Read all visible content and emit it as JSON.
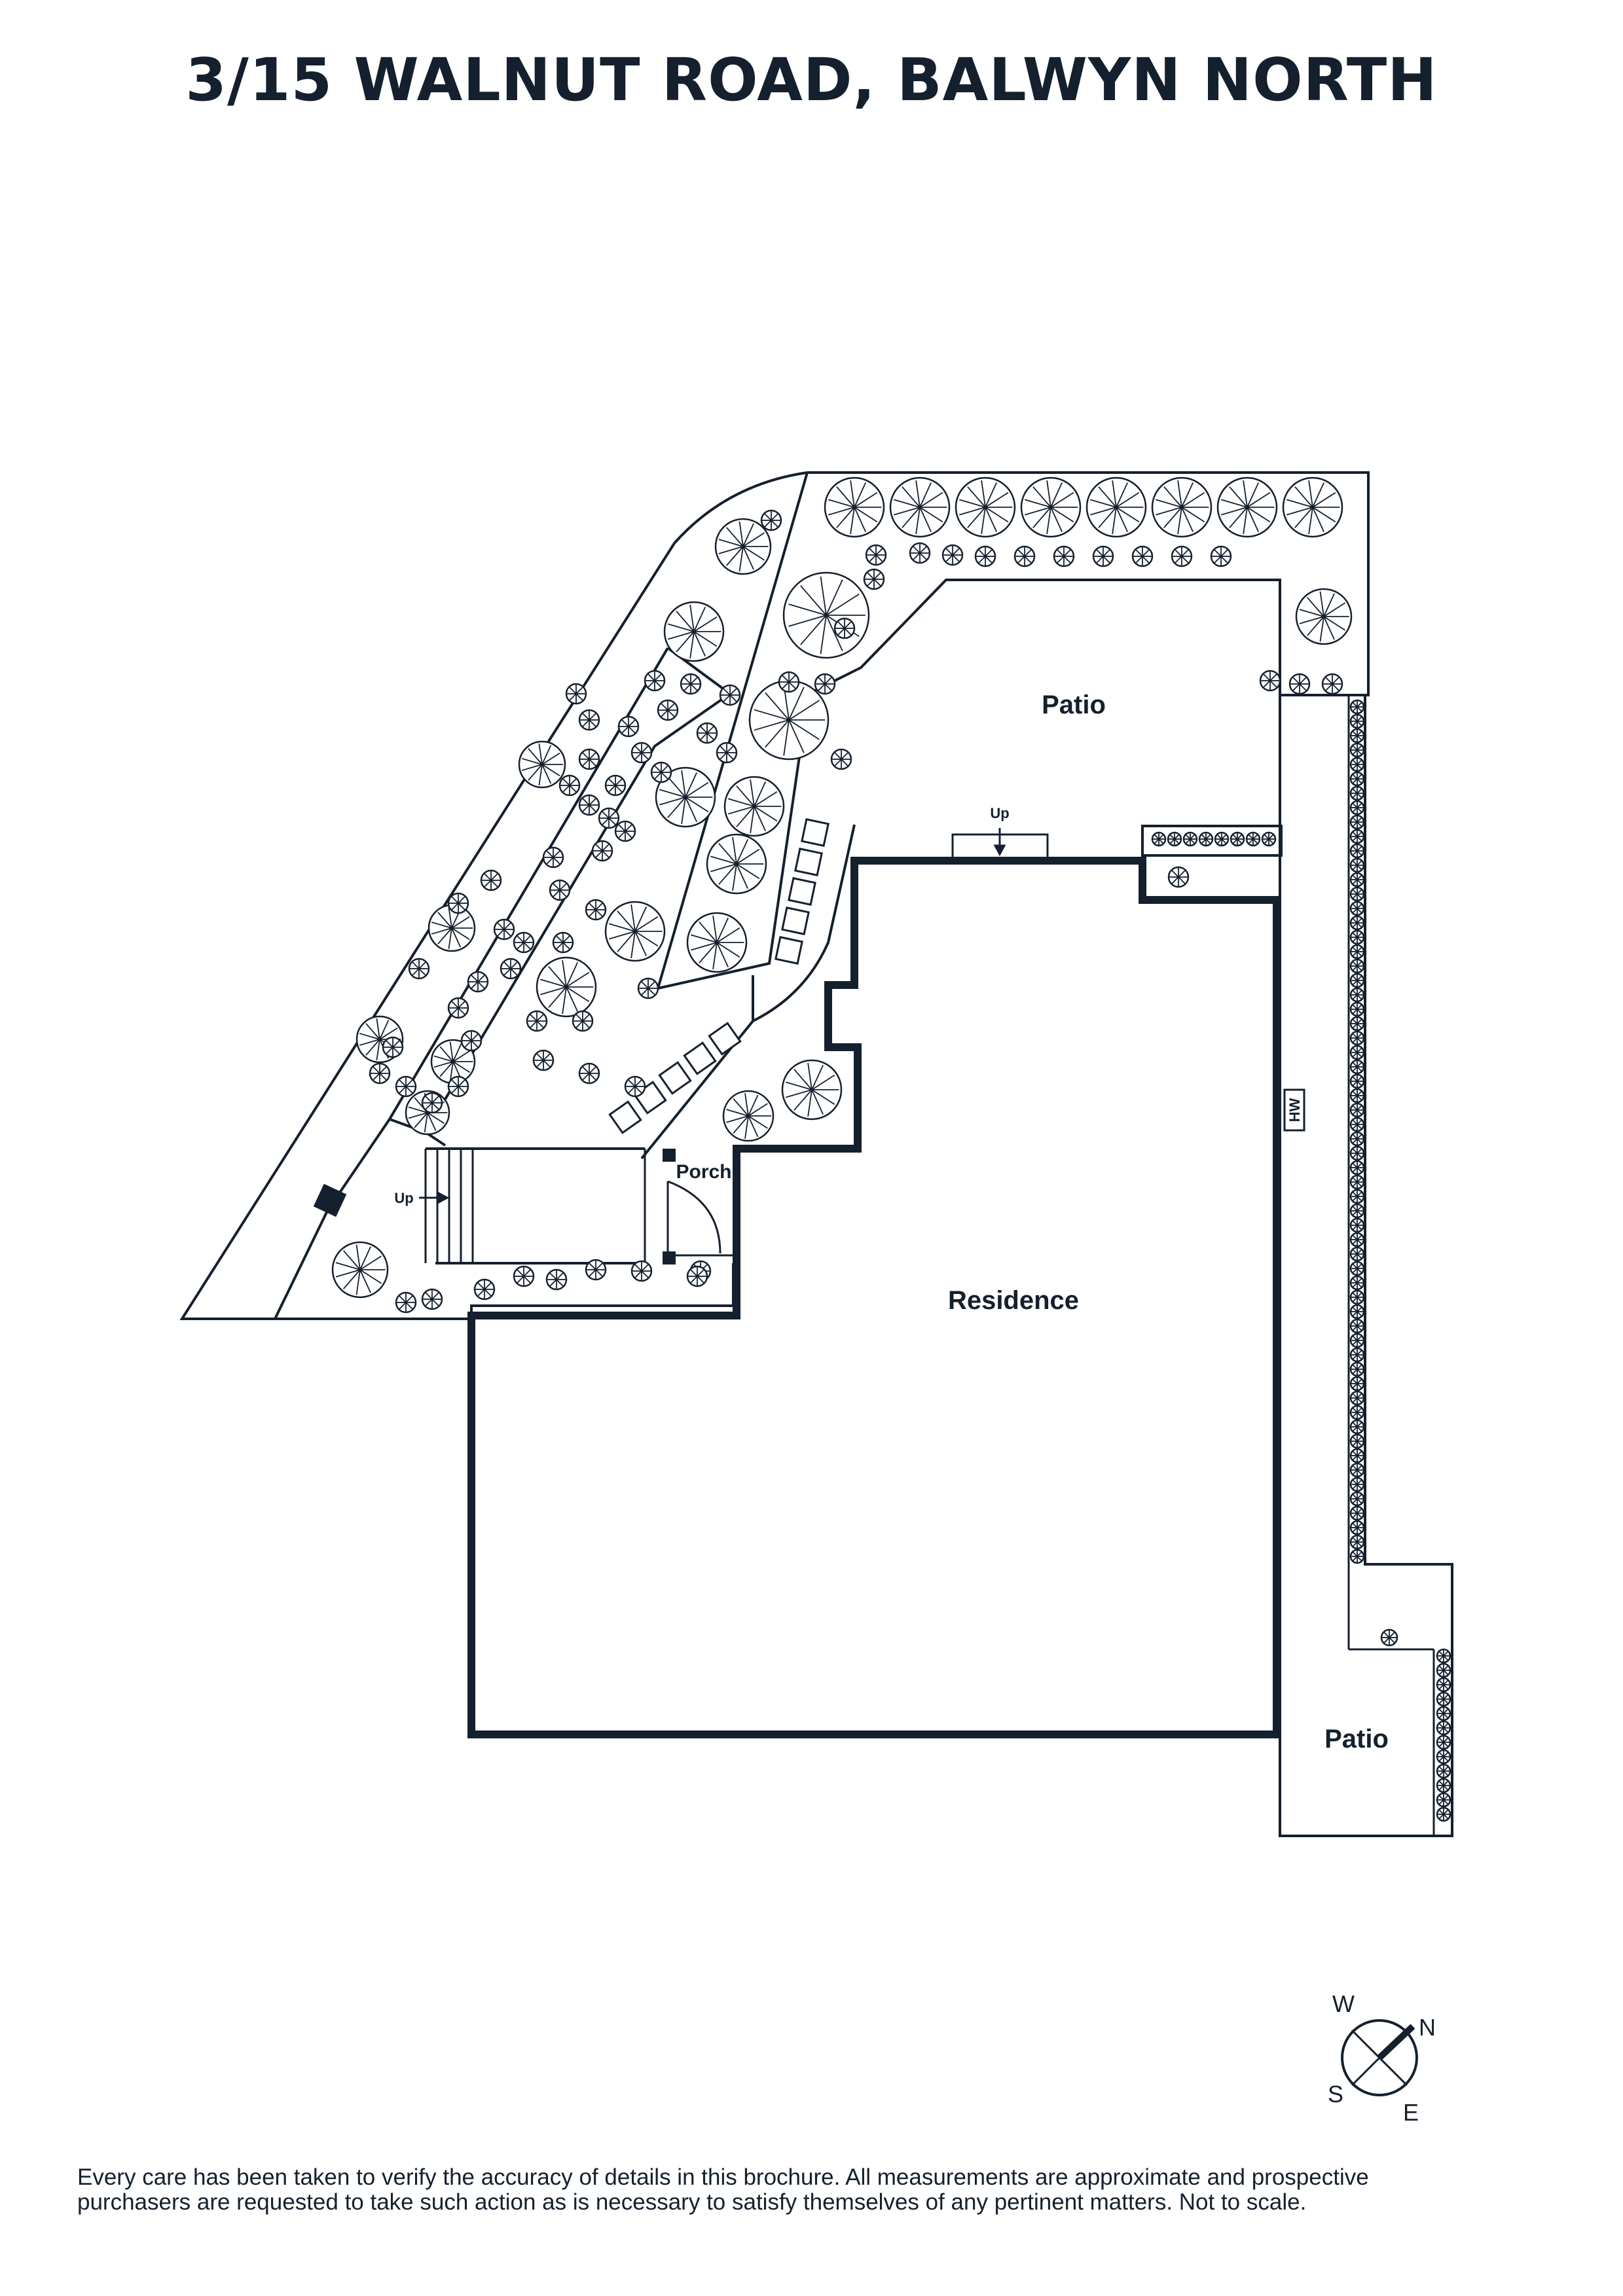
{
  "title": "3/15 WALNUT ROAD, BALWYN NORTH",
  "labels": {
    "patio_top": "Patio",
    "patio_bottom": "Patio",
    "residence": "Residence",
    "porch": "Porch",
    "up_patio": "Up",
    "up_stairs": "Up",
    "hw": "HW"
  },
  "compass": {
    "w": "W",
    "n": "N",
    "s": "S",
    "e": "E"
  },
  "disclaimer_line1": "Every care has been taken to verify the accuracy of details in this brochure. All measurements are approximate and prospective",
  "disclaimer_line2": "purchasers are requested to take such action as is necessary to satisfy themselves of any pertinent matters. Not to scale.",
  "colors": {
    "ink": "#15202e",
    "background": "#ffffff"
  }
}
